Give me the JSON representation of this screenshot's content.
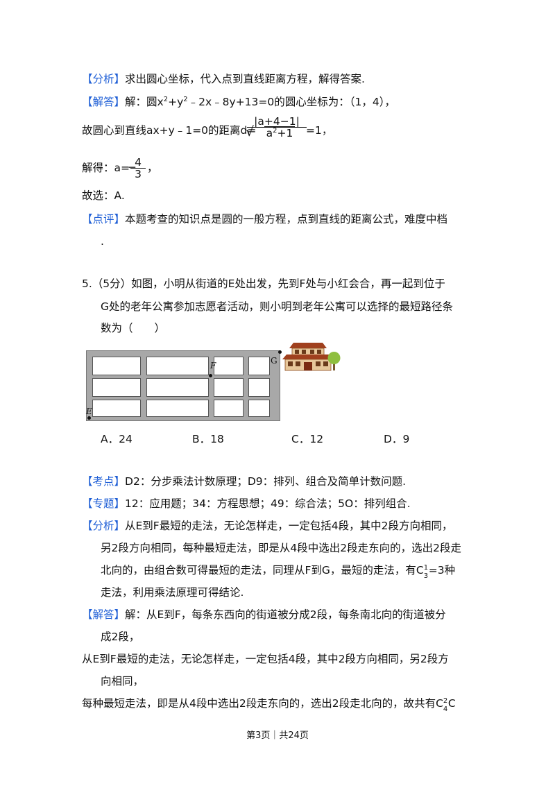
{
  "analysis1": {
    "tag": "【分析】",
    "text": "求出圆心坐标，代入点到直线距离方程，解得答案."
  },
  "solution1": {
    "tag": "【解答】",
    "line1": {
      "p1": "解：圆x",
      "s1": "2",
      "p2": "+y",
      "s2": "2",
      "p3": "﹣2x﹣8y+13=0的圆心坐标为：（1，4），"
    },
    "line2": {
      "pre": "故圆心到直线ax+y﹣1=0的距离d=",
      "num": "|a+4−1|",
      "den": "a",
      "den_sup": "2",
      "den_tail": "+1",
      "post": "=1，"
    },
    "line3": {
      "pre": "解得：a=",
      "neg": "−",
      "num": "4",
      "den": "3",
      "post": "，"
    },
    "line4": "故选：A."
  },
  "review1": {
    "tag": "【点评】",
    "text": "本题考查的知识点是圆的一般方程，点到直线的距离公式，难度中档",
    "cont": "."
  },
  "question": {
    "number": "5.",
    "line1": "（5分）如图，小明从街道的E处出发，先到F处与小红会合，再一起到位于",
    "line2": "G处的老年公寓参加志愿者活动，则小明到老年公寓可以选择的最短路径条",
    "line3": "数为（　　）"
  },
  "figure": {
    "E": "E",
    "F": "F",
    "G": "G"
  },
  "options": [
    {
      "letter": "A．",
      "value": "24"
    },
    {
      "letter": "B．",
      "value": "18"
    },
    {
      "letter": "C．",
      "value": "12"
    },
    {
      "letter": "D．",
      "value": "9"
    }
  ],
  "kaodian": {
    "tag": "【考点】",
    "text": "D2：分步乘法计数原理；D9：排列、组合及简单计数问题."
  },
  "zhuanti": {
    "tag": "【专题】",
    "text": "12：应用题；34：方程思想；49：综合法；5O：排列组合."
  },
  "analysis2": {
    "tag": "【分析】",
    "line1": "从E到F最短的走法，无论怎样走，一定包括4段，其中2段方向相同，",
    "line2": "另2段方向相同，每种最短走法，即是从4段中选出2段走东向的，选出2段走",
    "line3": {
      "pre": "北向的，由组合数可得最短的走法，同理从F到G，最短的走法，有C",
      "sub": "3",
      "sup": "1",
      "post": "=3种"
    },
    "line4": "走法，利用乘法原理可得结论."
  },
  "solution2": {
    "tag": "【解答】",
    "line1": "解：从E到F，每条东西向的街道被分成2段，每条南北向的街道被分",
    "line2": "成2段，",
    "line3": "从E到F最短的走法，无论怎样走，一定包括4段，其中2段方向相同，另2段方",
    "line4": "向相同，",
    "line5": {
      "pre": "每种最短走法，即是从4段中选出2段走东向的，选出2段走北向的，故共有C",
      "sub": "4",
      "sup": "2",
      "post": "C"
    }
  },
  "footer": "第3页｜共24页"
}
